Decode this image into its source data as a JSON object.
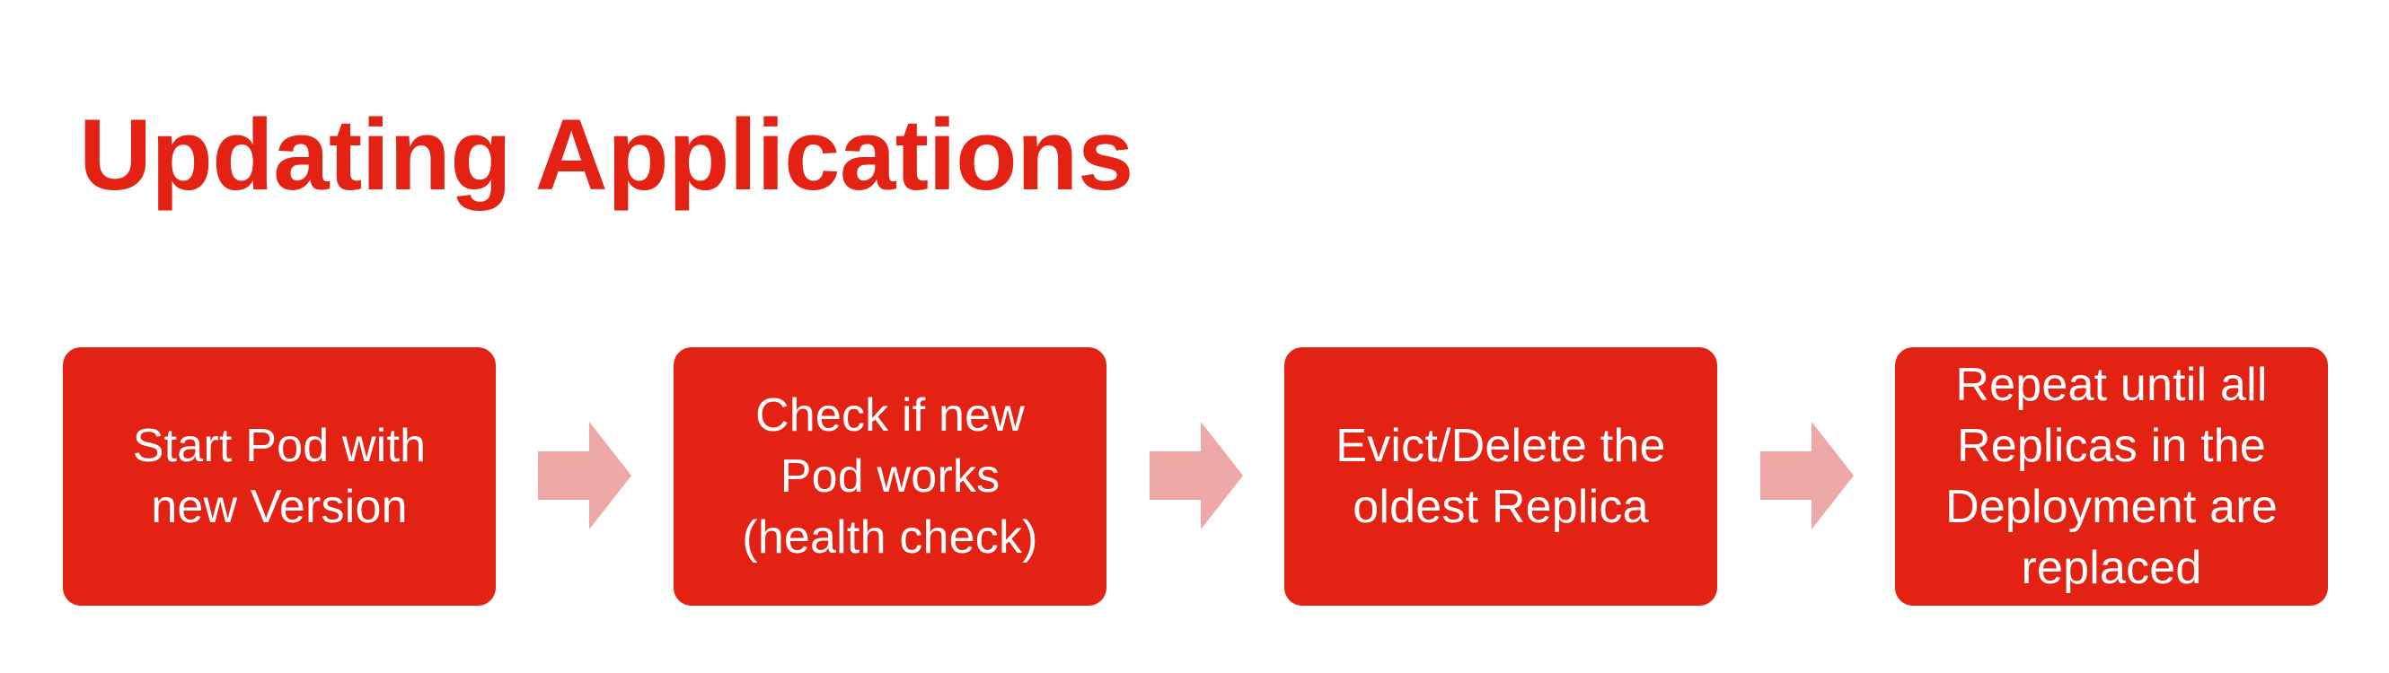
{
  "slide": {
    "title": "Updating Applications",
    "background_color": "#FFFFFF",
    "accent_color": "#E32213",
    "arrow_color": "#EFA8A8",
    "box_text_color": "#FFFFFF"
  },
  "flow": {
    "steps": [
      {
        "index": 1,
        "label": "Start Pod with\nnew Version",
        "lines": [
          "Start Pod with",
          "new Version"
        ]
      },
      {
        "index": 2,
        "label": "Check if new\nPod works\n(health check)",
        "lines": [
          "Check if new",
          "Pod works",
          "(health check)"
        ]
      },
      {
        "index": 3,
        "label": "Evict/Delete the\noldest Replica",
        "lines": [
          "Evict/Delete the",
          "oldest Replica"
        ]
      },
      {
        "index": 4,
        "label": "Repeat until all\nReplicas in the\nDeployment are\nreplaced",
        "lines": [
          "Repeat until all",
          "Replicas in the",
          "Deployment are",
          "replaced"
        ]
      }
    ],
    "connectors": [
      {
        "index": 1,
        "icon": "arrow-right-icon"
      },
      {
        "index": 2,
        "icon": "arrow-right-icon"
      },
      {
        "index": 3,
        "icon": "arrow-right-icon"
      }
    ]
  }
}
